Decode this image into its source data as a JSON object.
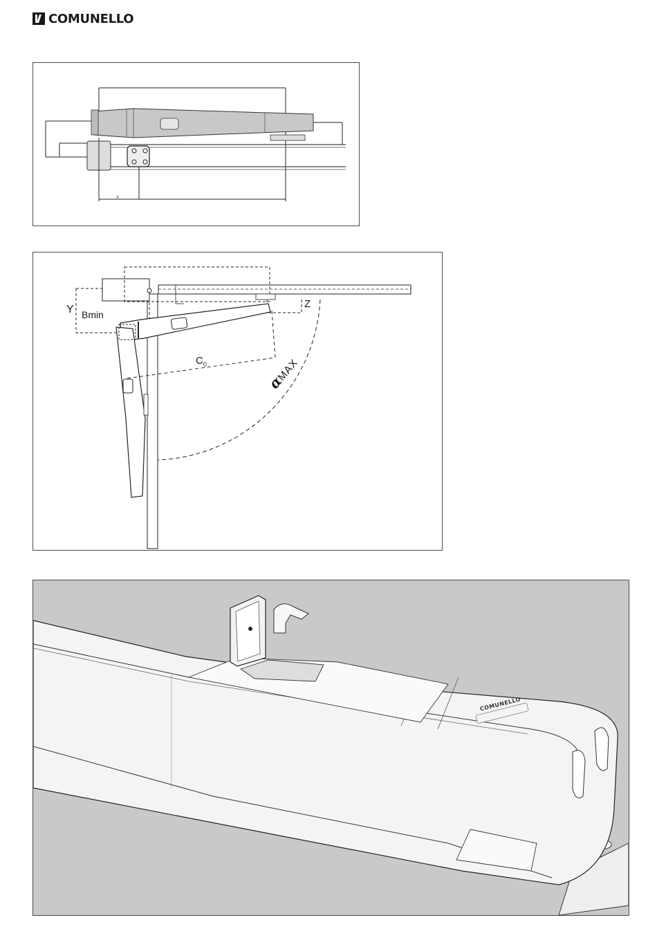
{
  "header": {
    "brand": "COMUNELLO"
  },
  "figure_top": {
    "dimension_label": "x"
  },
  "figure_middle": {
    "label_y": "Y",
    "label_bmin": "Bmin",
    "label_z": "Z",
    "label_c": "C",
    "label_c_sub": "0",
    "label_alpha": "α",
    "label_max": "MAX"
  },
  "figure_bottom": {
    "housing_brand": "COMUNELLO"
  }
}
